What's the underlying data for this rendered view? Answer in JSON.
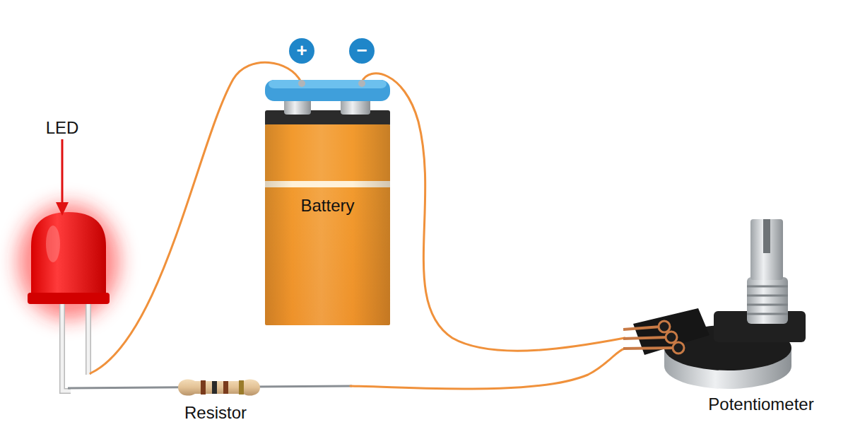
{
  "diagram": {
    "nodes": [
      {
        "text": [
          "+"
        ]
      },
      {
        "text": [
          "−"
        ]
      },
      {
        "text": [
          "Battery"
        ]
      }
    ],
    "labels": [
      "LED",
      "Resistor",
      "Potentiometer"
    ]
  }
}
